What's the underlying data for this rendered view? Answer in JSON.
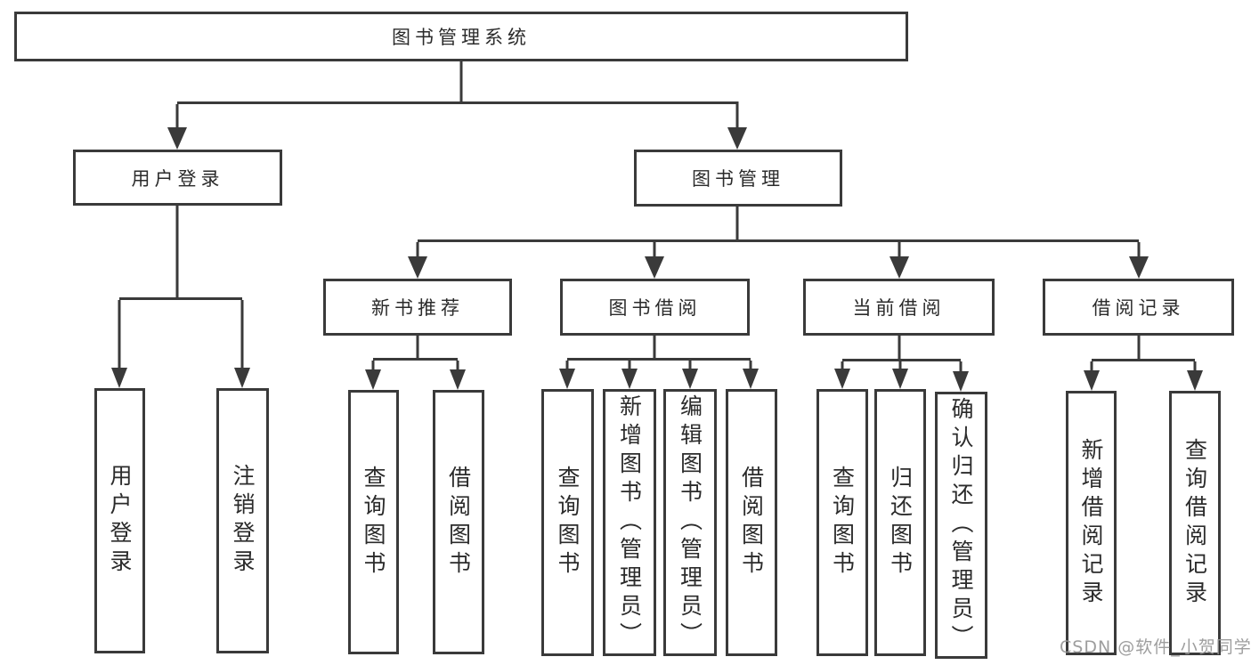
{
  "diagram": {
    "title_note": "library management system feature tree",
    "root": {
      "label": "图书管理系统"
    },
    "branches": {
      "user_login": {
        "label": "用户登录",
        "children": {
          "login": "用户登录",
          "logout": "注销登录"
        }
      },
      "book_mgmt": {
        "label": "图书管理",
        "sections": {
          "new_rec": {
            "label": "新书推荐",
            "children": {
              "query": "查询图书",
              "borrow": "借阅图书"
            }
          },
          "borrow": {
            "label": "图书借阅",
            "children": {
              "query": "查询图书",
              "add": "新增图书（管理员）",
              "edit": "编辑图书（管理员）",
              "borrow": "借阅图书"
            }
          },
          "current": {
            "label": "当前借阅",
            "children": {
              "query": "查询图书",
              "return": "归还图书",
              "confirm": "确认归还（管理员）"
            }
          },
          "records": {
            "label": "借阅记录",
            "children": {
              "add": "新增借阅记录",
              "query": "查询借阅记录"
            }
          }
        }
      }
    }
  },
  "watermark": {
    "text": "CSDN @软件_小贺同学"
  },
  "colors": {
    "line": "#3a3a3a",
    "text": "#2b2b2b",
    "watermark": "#969696",
    "background": "#ffffff"
  }
}
